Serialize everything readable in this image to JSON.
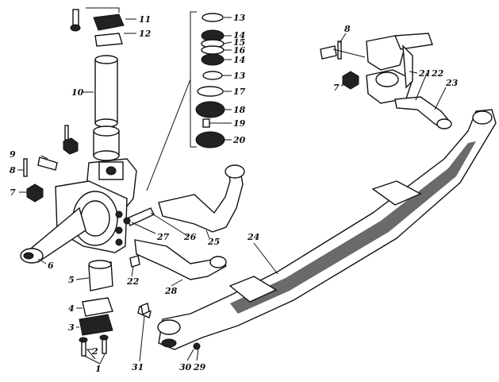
{
  "figure": {
    "callouts": [
      "1",
      "2",
      "3",
      "4",
      "5",
      "6",
      "7",
      "8",
      "9",
      "10",
      "11",
      "12",
      "13",
      "14",
      "15",
      "16",
      "14",
      "13",
      "17",
      "18",
      "19",
      "20",
      "8",
      "7",
      "21",
      "22",
      "23",
      "24",
      "25",
      "26",
      "27",
      "22",
      "28",
      "29",
      "30",
      "31"
    ]
  }
}
